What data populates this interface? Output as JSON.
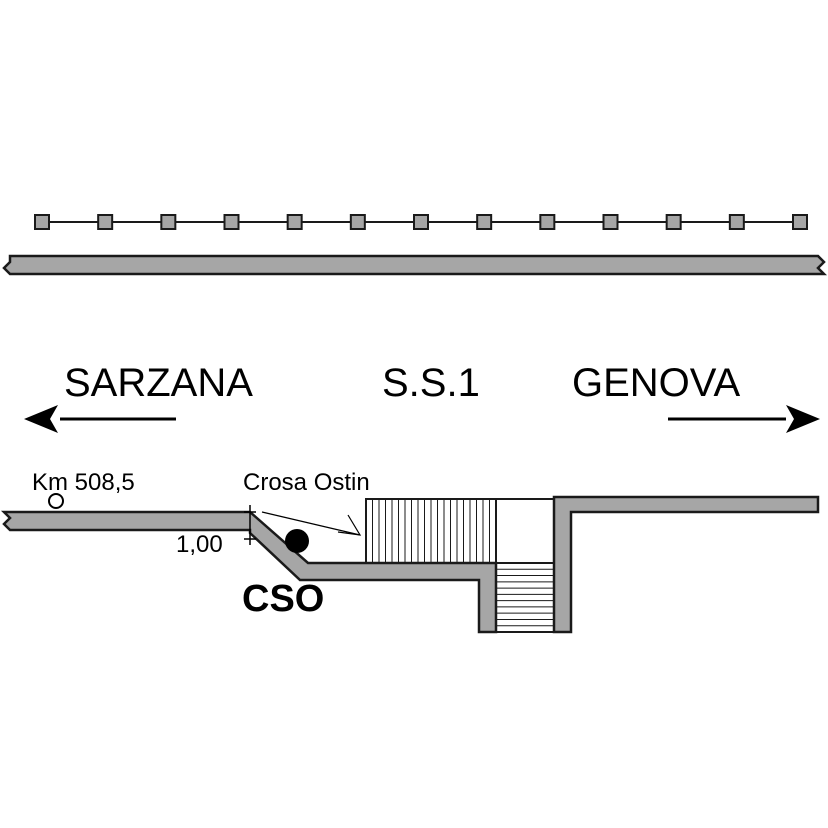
{
  "labels": {
    "left_destination": "SARZANA",
    "road_name": "S.S.1",
    "right_destination": "GENOVA",
    "km_marker": "Km 508,5",
    "stream_name": "Crosa Ostin",
    "drop_height": "1,00",
    "cso": "CSO"
  },
  "colors": {
    "wall_fill": "#a6a6a6",
    "stroke": "#1a1a1a",
    "marker": "#000000"
  },
  "fence": {
    "post_count": 13
  },
  "culvert": {
    "vertical_hatch_lines": 19,
    "horizontal_hatch_lines": 10
  }
}
